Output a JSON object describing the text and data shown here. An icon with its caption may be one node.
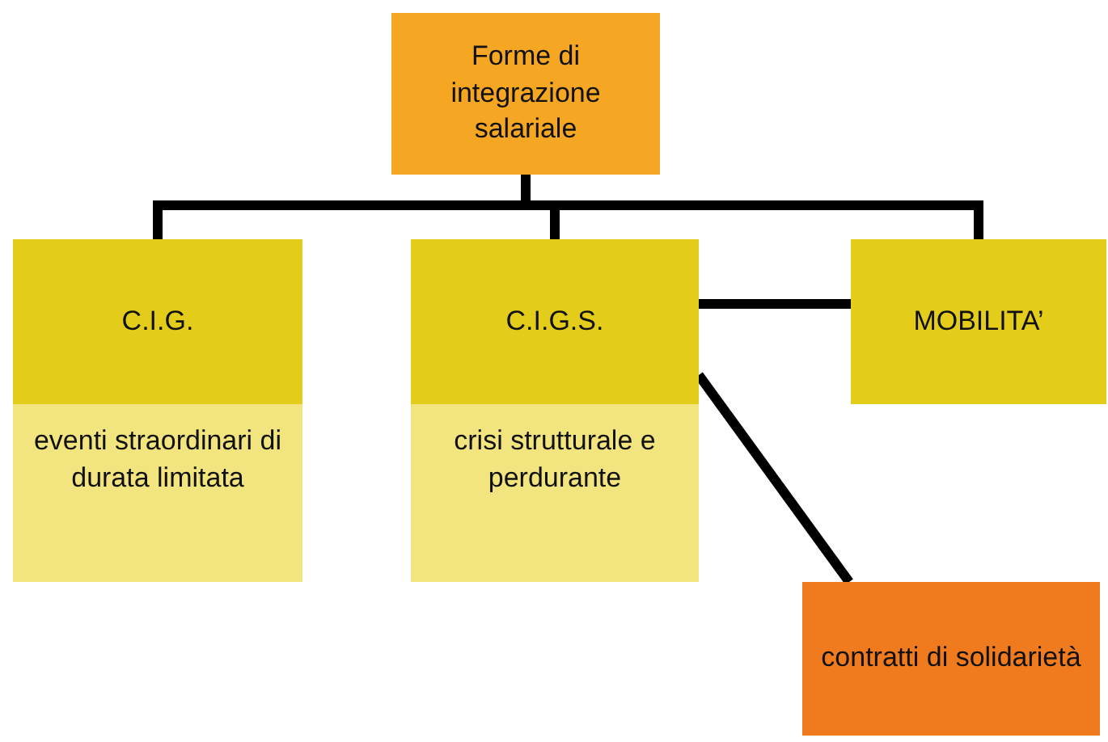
{
  "diagram": {
    "nodes": [
      {
        "text": [
          "Forme di integrazione salariale"
        ]
      },
      {
        "text": [
          "C.I.G."
        ]
      },
      {
        "text": [
          "eventi straordinari di durata limitata"
        ]
      },
      {
        "text": [
          "C.I.G.S."
        ]
      },
      {
        "text": [
          "crisi strutturale e perdurante"
        ]
      },
      {
        "text": [
          "MOBILITA’"
        ]
      },
      {
        "text": [
          "contratti di solidarietà"
        ]
      }
    ],
    "edges": [
      {
        "from": 0,
        "to": 1,
        "arrow": "none"
      },
      {
        "from": 0,
        "to": 3,
        "arrow": "none"
      },
      {
        "from": 0,
        "to": 5,
        "arrow": "none"
      },
      {
        "from": 3,
        "to": 5,
        "arrow": "none"
      },
      {
        "from": 3,
        "to": 6,
        "arrow": "none"
      }
    ]
  }
}
